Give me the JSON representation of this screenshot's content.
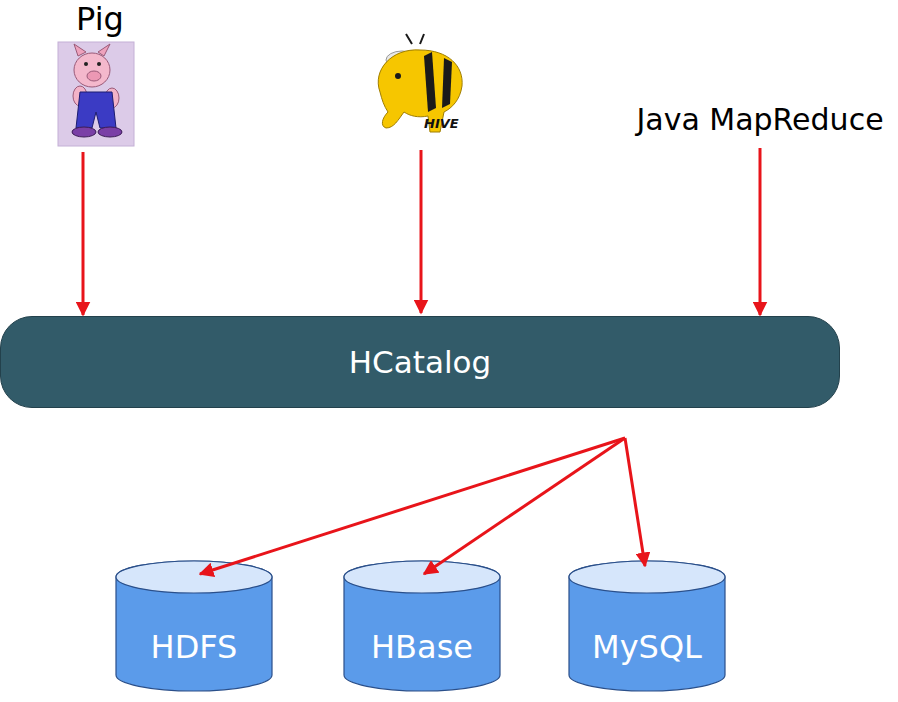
{
  "diagram": {
    "nodes": [
      {
        "text": [
          "Pig"
        ]
      },
      {
        "text": [
          "HIVE"
        ]
      },
      {
        "text": [
          "Java MapReduce"
        ]
      },
      {
        "text": [
          "HCatalog"
        ]
      },
      {
        "text": [
          "HDFS"
        ]
      },
      {
        "text": [
          "HBase"
        ]
      },
      {
        "text": [
          "MySQL"
        ]
      }
    ],
    "edges": [
      {
        "from": 0,
        "to": 3,
        "arrow": "to"
      },
      {
        "from": 1,
        "to": 3,
        "arrow": "to"
      },
      {
        "from": 2,
        "to": 3,
        "arrow": "to"
      },
      {
        "from": 3,
        "to": 4,
        "arrow": "to"
      },
      {
        "from": 3,
        "to": 5,
        "arrow": "to"
      },
      {
        "from": 3,
        "to": 6,
        "arrow": "to"
      }
    ]
  }
}
